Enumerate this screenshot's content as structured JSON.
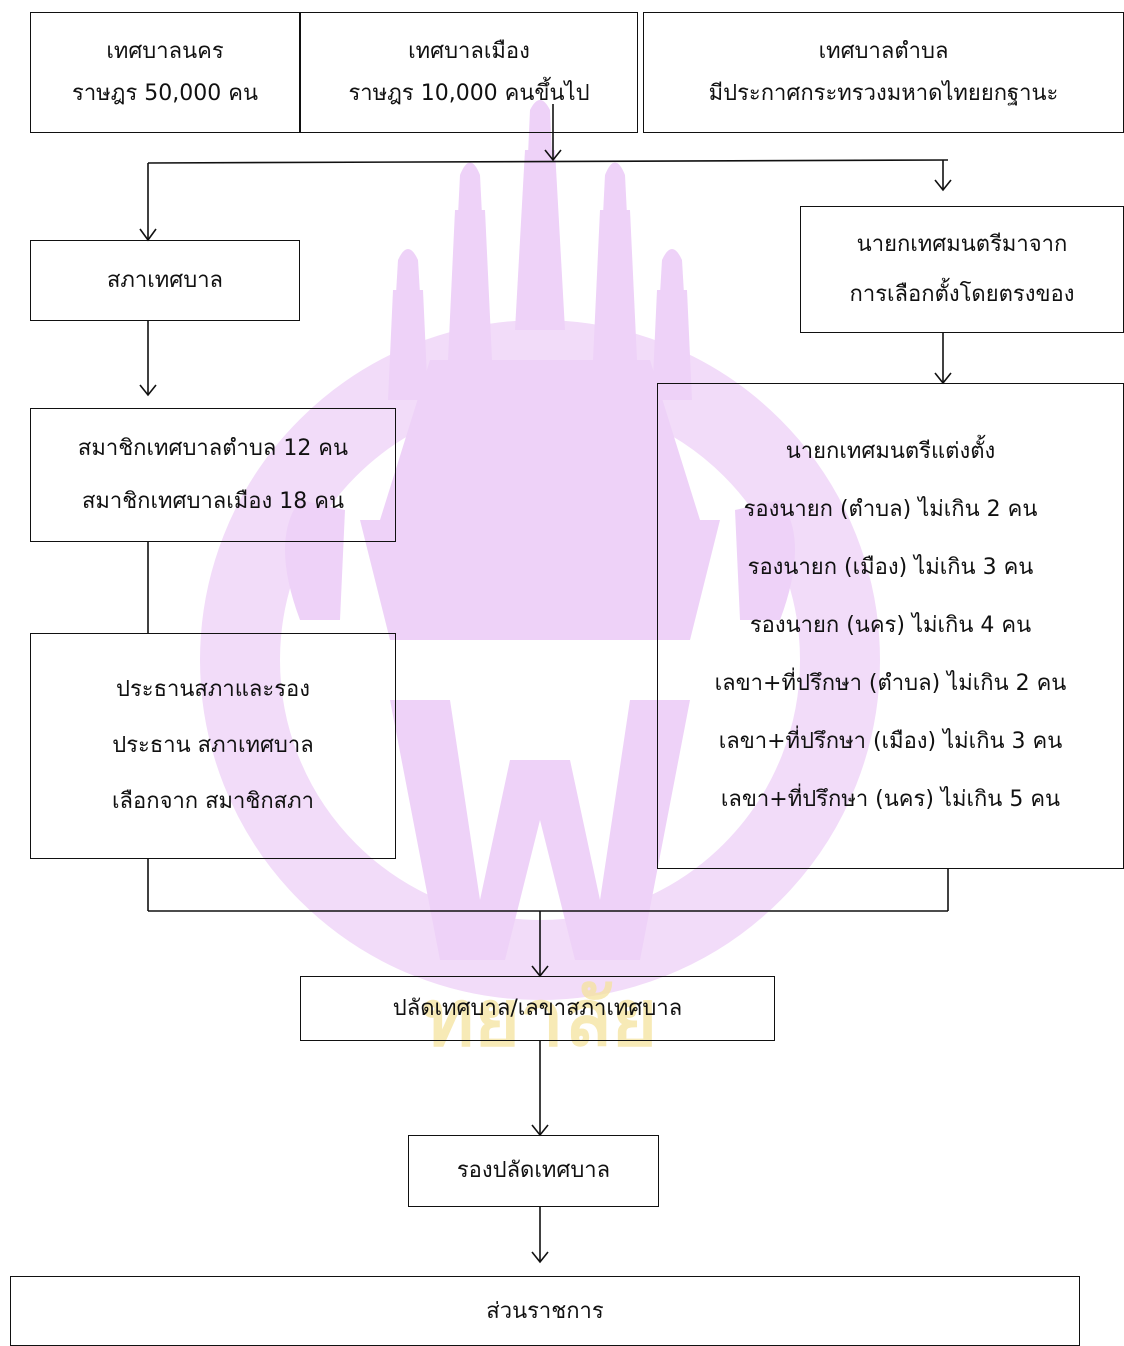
{
  "colors": {
    "watermark_purple": "#e9c4f5",
    "watermark_gold": "#f6e6a6",
    "stroke": "#111111"
  },
  "watermark": {
    "name": "university-seal-watermark"
  },
  "boxes": {
    "nakhon": {
      "line1": "เทศบาลนคร",
      "line2": "ราษฎร 50,000 คน"
    },
    "mueang": {
      "line1": "เทศบาลเมือง",
      "line2": "ราษฎร 10,000 คนขึ้นไป"
    },
    "tambon": {
      "line1": "เทศบาลตำบล",
      "line2": "มีประกาศกระทรวงมหาดไทยยกฐานะ"
    },
    "council": {
      "line1": "สภาเทศบาล"
    },
    "mayor_election": {
      "line1": "นายกเทศมนตรีมาจาก",
      "line2": "การเลือกตั้งโดยตรงของ"
    },
    "members": {
      "line1": "สมาชิกเทศบาลตำบล 12 คน",
      "line2": "สมาชิกเทศบาลเมือง 18 คน"
    },
    "chairman": {
      "line1": "ประธานสภาและรอง",
      "line2": "ประธาน สภาเทศบาล",
      "line3": "เลือกจาก สมาชิกสภา"
    },
    "mayor_appoints": {
      "line1": "นายกเทศมนตรีแต่งตั้ง",
      "line2": "รองนายก (ตำบล) ไม่เกิน 2 คน",
      "line3": "รองนายก (เมือง) ไม่เกิน 3 คน",
      "line4": "รองนายก (นคร) ไม่เกิน 4 คน",
      "line5": "เลขา+ที่ปรึกษา (ตำบล) ไม่เกิน 2 คน",
      "line6": "เลขา+ที่ปรึกษา (เมือง) ไม่เกิน 3 คน",
      "line7": "เลขา+ที่ปรึกษา (นคร) ไม่เกิน 5 คน"
    },
    "clerk": {
      "line1": "ปลัดเทศบาล/เลขาสภาเทศบาล"
    },
    "deputy_clerk": {
      "line1": "รองปลัดเทศบาล"
    },
    "divisions": {
      "line1": "ส่วนราชการ"
    }
  }
}
